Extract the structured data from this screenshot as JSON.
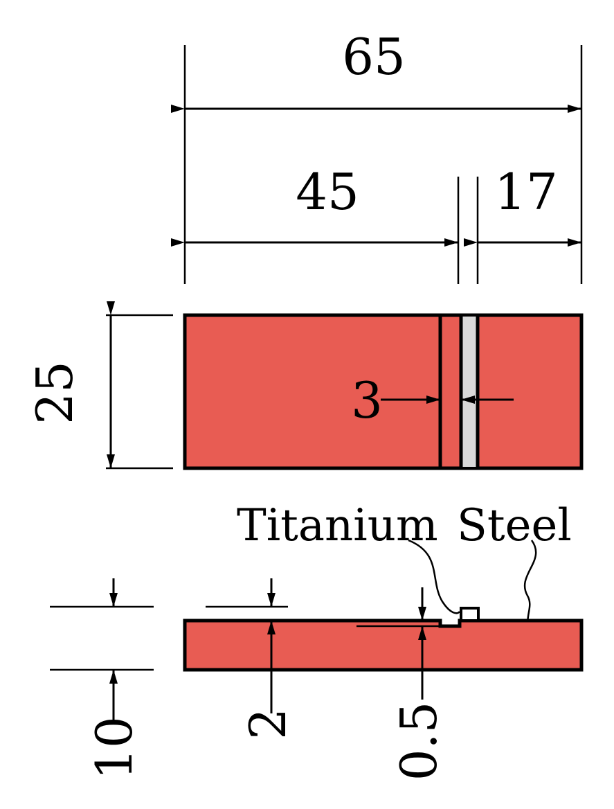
{
  "dimensions": {
    "overall_length": "65",
    "titanium_length": "45",
    "steel_length": "17",
    "width": "25",
    "interlayer_width": "3",
    "thickness": "10",
    "groove_depth": "2",
    "interlayer_thickness": "0.5"
  },
  "labels": {
    "titanium": "Titanium",
    "steel": "Steel"
  },
  "colors": {
    "plate_fill": "#e85c53",
    "interlayer_fill": "#d9d9d9",
    "outline": "#000000"
  }
}
